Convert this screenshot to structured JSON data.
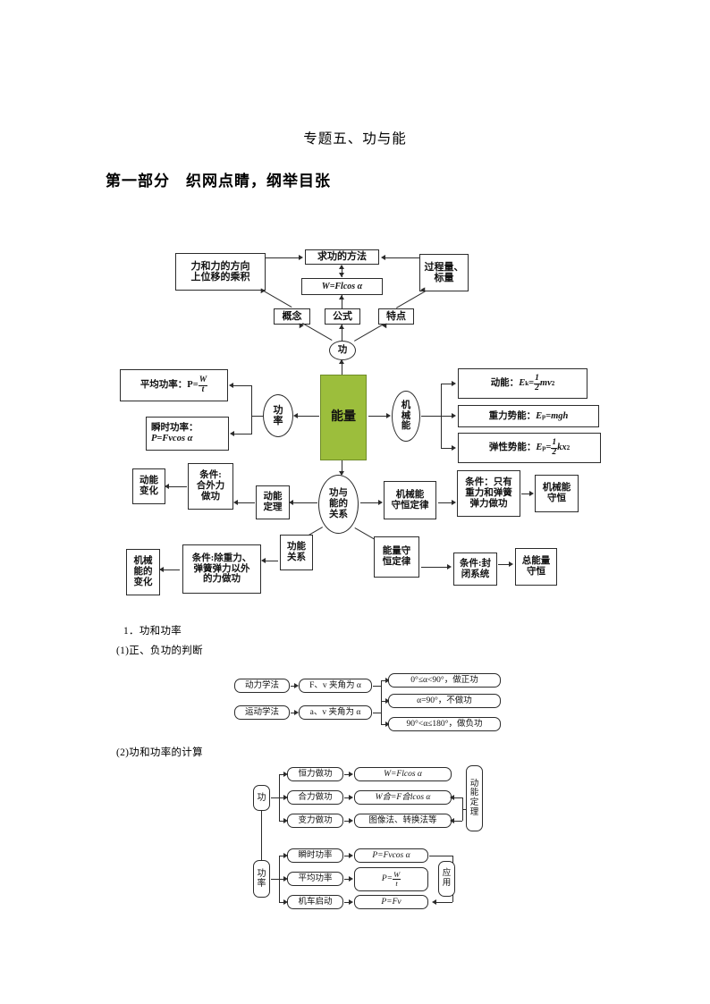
{
  "document": {
    "title": "专题五、功与能",
    "subtitle": "第一部分　织网点睛，纲举目张",
    "section1": "1．功和功率",
    "sub1": "(1)正、负功的判断",
    "sub2": "(2)功和功率的计算"
  },
  "colors": {
    "center_node_fill": "#9cbe3c",
    "center_node_border": "#6f8c28",
    "line": "#2b2b2b",
    "text": "#000000",
    "background": "#ffffff"
  },
  "mindmap": {
    "center": "能量",
    "work": {
      "node": "功",
      "method_title": "求功的方法",
      "formula": "W=Flcos α",
      "concept": "概念",
      "formula_label": "公式",
      "feature": "特点",
      "concept_detail_line1": "力和力的方向",
      "concept_detail_line2": "上位移的乘积",
      "feature_detail_line1": "过程量、",
      "feature_detail_line2": "标量"
    },
    "power": {
      "node_line1": "功",
      "node_line2": "率",
      "average_label": "平均功率：P=",
      "average_frac_num": "W",
      "average_frac_den": "t",
      "instant_line1": "瞬时功率：",
      "instant_line2": "P=Fvcos α"
    },
    "mechanical": {
      "node_line1": "机",
      "node_line2": "械",
      "node_line3": "能",
      "kinetic_label": "动能：",
      "kinetic_formula_E": "E",
      "kinetic_formula_sub": "k",
      "kinetic_formula_eq": "=",
      "kinetic_frac_num": "1",
      "kinetic_frac_den": "2",
      "kinetic_tail": "mv",
      "kinetic_tail_sup": "2",
      "gravity_label": "重力势能：",
      "gravity_formula_E": "E",
      "gravity_formula_sub": "p",
      "gravity_formula_rest": "=mgh",
      "elastic_label": "弹性势能：",
      "elastic_formula_E": "E",
      "elastic_formula_sub": "p",
      "elastic_formula_eq": "=",
      "elastic_frac_num": "1",
      "elastic_frac_den": "2",
      "elastic_tail": "kx",
      "elastic_tail_sup": "2"
    },
    "relation": {
      "node_line1": "功与",
      "node_line2": "能的",
      "node_line3": "关系",
      "kinetic_theorem_line1": "动能",
      "kinetic_theorem_line2": "定理",
      "kinetic_cond_line1": "条件:",
      "kinetic_cond_line2": "合外力",
      "kinetic_cond_line3": "做功",
      "kinetic_result_line1": "动能",
      "kinetic_result_line2": "变化",
      "energy_relation_line1": "功能",
      "energy_relation_line2": "关系",
      "energy_relation_cond_line1": "条件:除重力、",
      "energy_relation_cond_line2": "弹簧弹力以外",
      "energy_relation_cond_line3": "的力做功",
      "energy_relation_result_line1": "机械",
      "energy_relation_result_line2": "能的",
      "energy_relation_result_line3": "变化",
      "mech_law_line1": "机械能",
      "mech_law_line2": "守恒定律",
      "mech_cond_line1": "条件：只有",
      "mech_cond_line2": "重力和弹簧",
      "mech_cond_line3": "弹力做功",
      "mech_result_line1": "机械能",
      "mech_result_line2": "守恒",
      "energy_law_line1": "能量守",
      "energy_law_line2": "恒定律",
      "energy_cond_line1": "条件:封",
      "energy_cond_line2": "闭系统",
      "energy_result_line1": "总能量",
      "energy_result_line2": "守恒"
    }
  },
  "flow_sign": {
    "dynamics_label": "动力学法",
    "dynamics_detail": "F、v 夹角为 α",
    "kinematics_label": "运动学法",
    "kinematics_detail": "a、v 夹角为 α",
    "results": [
      "0°≤α<90°，做正功",
      "α=90°，不做功",
      "90°<α≤180°，做负功"
    ]
  },
  "flow_calc": {
    "work_node": "功",
    "power_node_line1": "功",
    "power_node_line2": "率",
    "work_rows": [
      {
        "label": "恒力做功",
        "formula": "W=Flcos α"
      },
      {
        "label": "合力做功",
        "formula": "W合=F合lcos α"
      },
      {
        "label": "变力做功",
        "formula": "图像法、转换法等"
      }
    ],
    "power_rows": [
      {
        "label": "瞬时功率",
        "formula": "P=Fvcos α"
      },
      {
        "label": "平均功率",
        "formula": "P=W/t"
      },
      {
        "label": "机车启动",
        "formula": "P=Fv"
      }
    ],
    "work_target_line1": "动",
    "work_target_line2": "能",
    "work_target_line3": "定",
    "work_target_line4": "理",
    "power_target_line1": "应",
    "power_target_line2": "用",
    "pmean_label": "P=",
    "pmean_num": "W",
    "pmean_den": "t"
  }
}
